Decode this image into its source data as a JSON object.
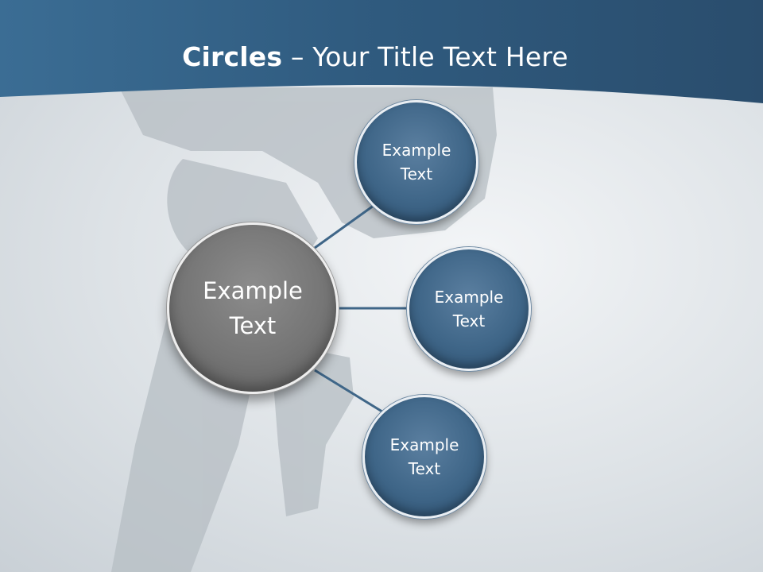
{
  "title": {
    "bold": "Circles",
    "rest": " – Your Title Text Here"
  },
  "center_circle": {
    "label": "Example\nText"
  },
  "satellites": [
    {
      "label": "Example\nText"
    },
    {
      "label": "Example\nText"
    },
    {
      "label": "Example\nText"
    }
  ],
  "colors": {
    "header": "#2e5678",
    "satellite_fill": "#3f6688",
    "center_fill": "#757575",
    "connector": "#3f6688"
  }
}
